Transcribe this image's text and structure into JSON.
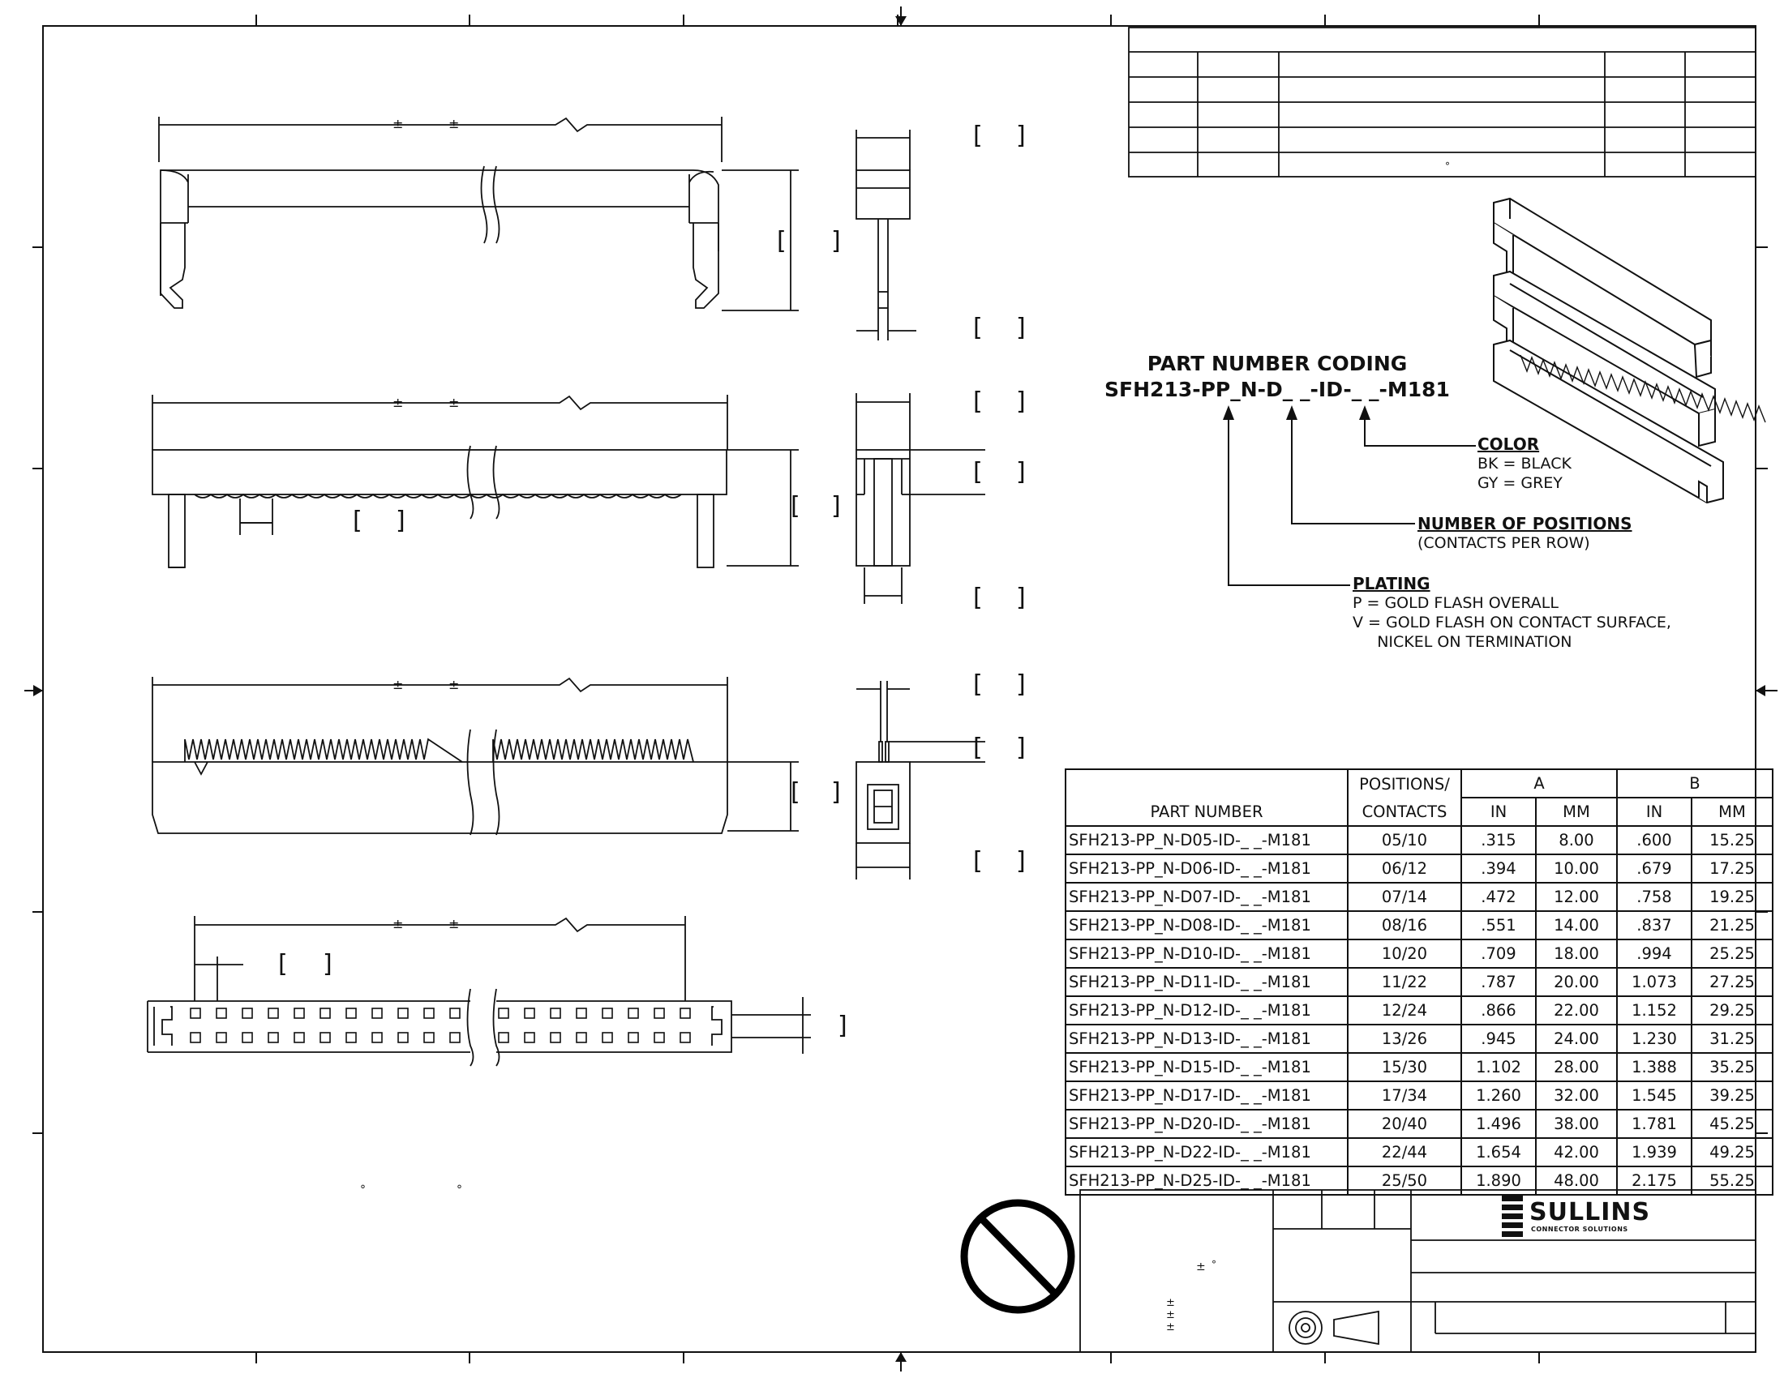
{
  "part_number_coding": {
    "title": "PART NUMBER CODING",
    "code": "SFH213-PP_N-D_ _-ID-_ _-M181",
    "color": {
      "heading": "COLOR",
      "lines": [
        "BK = BLACK",
        "GY = GREY"
      ]
    },
    "positions": {
      "heading": "NUMBER OF POSITIONS",
      "lines": [
        "(CONTACTS PER ROW)"
      ]
    },
    "plating": {
      "heading": "PLATING",
      "lines": [
        "P = GOLD FLASH OVERALL",
        "V = GOLD FLASH ON CONTACT SURFACE,",
        "     NICKEL ON TERMINATION"
      ]
    }
  },
  "table": {
    "headers": {
      "part_number": "PART NUMBER",
      "positions_line1": "POSITIONS/",
      "positions_line2": "CONTACTS",
      "a": "A",
      "b": "B",
      "in": "IN",
      "mm": "MM"
    },
    "rows": [
      {
        "pn": "SFH213-PP_N-D05-ID-_ _-M181",
        "pos": "05/10",
        "a_in": ".315",
        "a_mm": "8.00",
        "b_in": ".600",
        "b_mm": "15.25"
      },
      {
        "pn": "SFH213-PP_N-D06-ID-_ _-M181",
        "pos": "06/12",
        "a_in": ".394",
        "a_mm": "10.00",
        "b_in": ".679",
        "b_mm": "17.25"
      },
      {
        "pn": "SFH213-PP_N-D07-ID-_ _-M181",
        "pos": "07/14",
        "a_in": ".472",
        "a_mm": "12.00",
        "b_in": ".758",
        "b_mm": "19.25"
      },
      {
        "pn": "SFH213-PP_N-D08-ID-_ _-M181",
        "pos": "08/16",
        "a_in": ".551",
        "a_mm": "14.00",
        "b_in": ".837",
        "b_mm": "21.25"
      },
      {
        "pn": "SFH213-PP_N-D10-ID-_ _-M181",
        "pos": "10/20",
        "a_in": ".709",
        "a_mm": "18.00",
        "b_in": ".994",
        "b_mm": "25.25"
      },
      {
        "pn": "SFH213-PP_N-D11-ID-_ _-M181",
        "pos": "11/22",
        "a_in": ".787",
        "a_mm": "20.00",
        "b_in": "1.073",
        "b_mm": "27.25"
      },
      {
        "pn": "SFH213-PP_N-D12-ID-_ _-M181",
        "pos": "12/24",
        "a_in": ".866",
        "a_mm": "22.00",
        "b_in": "1.152",
        "b_mm": "29.25"
      },
      {
        "pn": "SFH213-PP_N-D13-ID-_ _-M181",
        "pos": "13/26",
        "a_in": ".945",
        "a_mm": "24.00",
        "b_in": "1.230",
        "b_mm": "31.25"
      },
      {
        "pn": "SFH213-PP_N-D15-ID-_ _-M181",
        "pos": "15/30",
        "a_in": "1.102",
        "a_mm": "28.00",
        "b_in": "1.388",
        "b_mm": "35.25"
      },
      {
        "pn": "SFH213-PP_N-D17-ID-_ _-M181",
        "pos": "17/34",
        "a_in": "1.260",
        "a_mm": "32.00",
        "b_in": "1.545",
        "b_mm": "39.25"
      },
      {
        "pn": "SFH213-PP_N-D20-ID-_ _-M181",
        "pos": "20/40",
        "a_in": "1.496",
        "a_mm": "38.00",
        "b_in": "1.781",
        "b_mm": "45.25"
      },
      {
        "pn": "SFH213-PP_N-D22-ID-_ _-M181",
        "pos": "22/44",
        "a_in": "1.654",
        "a_mm": "42.00",
        "b_in": "1.939",
        "b_mm": "49.25"
      },
      {
        "pn": "SFH213-PP_N-D25-ID-_ _-M181",
        "pos": "25/50",
        "a_in": "1.890",
        "a_mm": "48.00",
        "b_in": "2.175",
        "b_mm": "55.25"
      }
    ]
  },
  "drawing_marks": {
    "plus_minus": "±",
    "degree": "°",
    "bracket_open": "[",
    "bracket_close": "]"
  },
  "logo": {
    "brand": "SULLINS",
    "tagline": "CONNECTOR SOLUTIONS"
  }
}
